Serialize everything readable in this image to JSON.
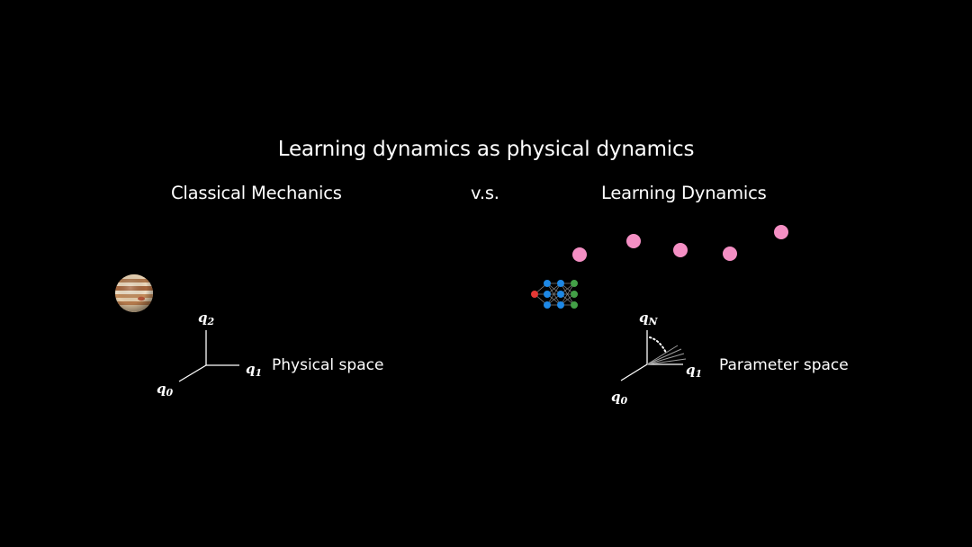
{
  "slide": {
    "title": "Learning dynamics as physical dynamics"
  },
  "left": {
    "heading": "Classical Mechanics",
    "axes": {
      "up": "q",
      "up_sub": "2",
      "right": "q",
      "right_sub": "1",
      "down": "q",
      "down_sub": "0"
    },
    "space_label": "Physical space",
    "image": "jupiter-planet"
  },
  "middle": {
    "heading": "v.s."
  },
  "right": {
    "heading": "Learning Dynamics",
    "axes": {
      "up": "q",
      "up_sub": "N",
      "right": "q",
      "right_sub": "1",
      "down": "q",
      "down_sub": "0"
    },
    "space_label": "Parameter space",
    "image": "neural-network-diagram",
    "dot_color": "#f48fc4",
    "dot_count": 5
  },
  "colors": {
    "background": "#000000",
    "text": "#ffffff",
    "pink": "#f48fc4",
    "nn_input": "#e53935",
    "nn_hidden": "#1e88e5",
    "nn_output": "#43a047"
  }
}
